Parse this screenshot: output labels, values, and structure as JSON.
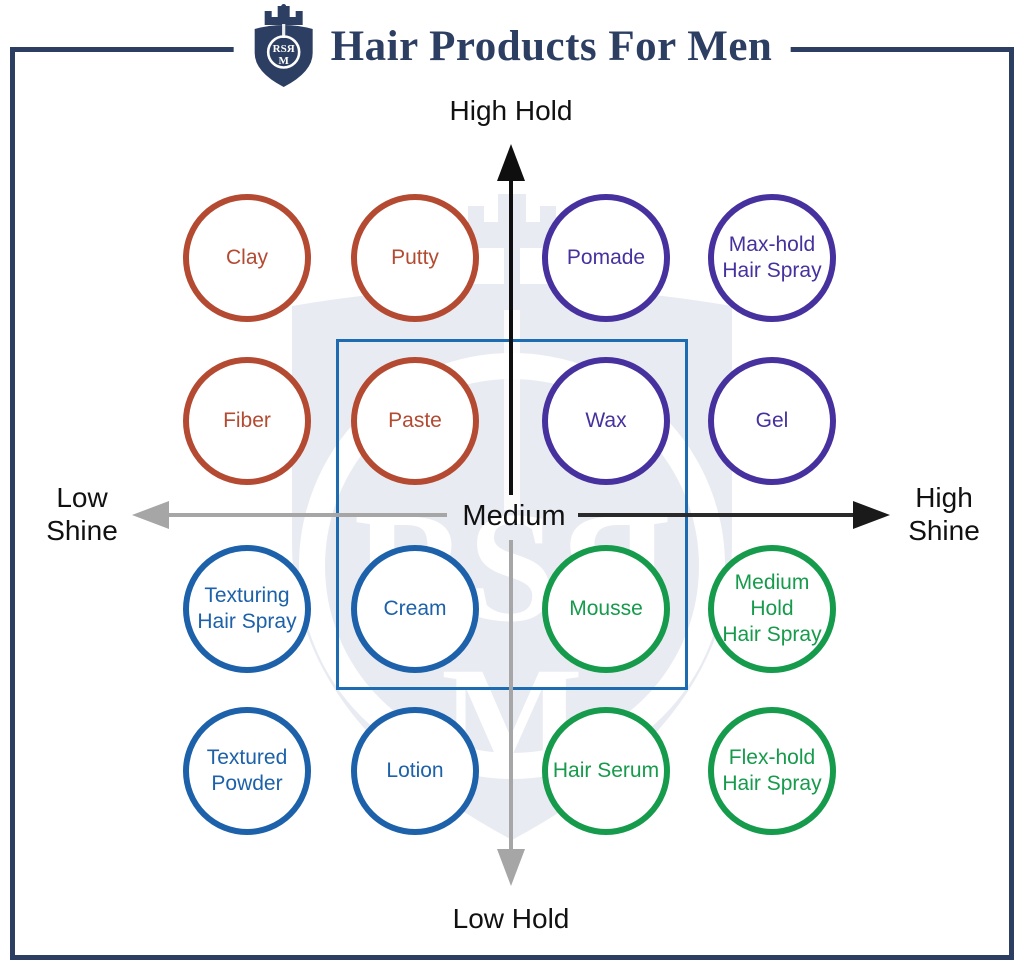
{
  "header": {
    "title": "Hair Products For Men",
    "logo": {
      "monogram_top": "RSЯ",
      "monogram_bottom": "M"
    }
  },
  "watermark": {
    "monogram_top": "RSЯ",
    "monogram_bottom": "M"
  },
  "axes": {
    "top_label": "High Hold",
    "bottom_label": "Low Hold",
    "left_label_line1": "Low",
    "left_label_line2": "Shine",
    "right_label_line1": "High",
    "right_label_line2": "Shine",
    "center_label": "Medium"
  },
  "medium_box": {
    "members": [
      "Paste",
      "Wax",
      "Cream",
      "Mousse"
    ]
  },
  "colors": {
    "navy": "#2d3e63",
    "red": "#b34a31",
    "purple": "#46319e",
    "blue": "#1c61a9",
    "green": "#169a4b",
    "boxblue": "#1d6cb2",
    "axis-dark": "#1e1e1e",
    "axis-gray": "#a6a6a6",
    "watermark-gray": "#e9ebf2"
  },
  "products": [
    {
      "name": "Clay",
      "hold": "high",
      "shine": "low",
      "group": "red",
      "lines": [
        "Clay"
      ]
    },
    {
      "name": "Putty",
      "hold": "high",
      "shine": "low",
      "group": "red",
      "lines": [
        "Putty"
      ]
    },
    {
      "name": "Pomade",
      "hold": "high",
      "shine": "high",
      "group": "purple",
      "lines": [
        "Pomade"
      ]
    },
    {
      "name": "Max-hold Hair Spray",
      "hold": "high",
      "shine": "high",
      "group": "purple",
      "lines": [
        "Max-hold",
        "Hair Spray"
      ]
    },
    {
      "name": "Fiber",
      "hold": "high",
      "shine": "low",
      "group": "red",
      "lines": [
        "Fiber"
      ]
    },
    {
      "name": "Paste",
      "hold": "high",
      "shine": "low",
      "group": "red",
      "lines": [
        "Paste"
      ]
    },
    {
      "name": "Wax",
      "hold": "high",
      "shine": "high",
      "group": "purple",
      "lines": [
        "Wax"
      ]
    },
    {
      "name": "Gel",
      "hold": "high",
      "shine": "high",
      "group": "purple",
      "lines": [
        "Gel"
      ]
    },
    {
      "name": "Texturing Hair Spray",
      "hold": "low",
      "shine": "low",
      "group": "blue",
      "lines": [
        "Texturing",
        "Hair Spray"
      ]
    },
    {
      "name": "Cream",
      "hold": "low",
      "shine": "low",
      "group": "blue",
      "lines": [
        "Cream"
      ]
    },
    {
      "name": "Mousse",
      "hold": "low",
      "shine": "high",
      "group": "green",
      "lines": [
        "Mousse"
      ]
    },
    {
      "name": "Medium Hold Hair Spray",
      "hold": "low",
      "shine": "high",
      "group": "green",
      "lines": [
        "Medium",
        "Hold",
        "Hair Spray"
      ]
    },
    {
      "name": "Textured Powder",
      "hold": "low",
      "shine": "low",
      "group": "blue",
      "lines": [
        "Textured",
        "Powder"
      ]
    },
    {
      "name": "Lotion",
      "hold": "low",
      "shine": "low",
      "group": "blue",
      "lines": [
        "Lotion"
      ]
    },
    {
      "name": "Hair Serum",
      "hold": "low",
      "shine": "high",
      "group": "green",
      "lines": [
        "Hair Serum"
      ]
    },
    {
      "name": "Flex-hold Hair Spray",
      "hold": "low",
      "shine": "high",
      "group": "green",
      "lines": [
        "Flex-hold",
        "Hair Spray"
      ]
    }
  ]
}
